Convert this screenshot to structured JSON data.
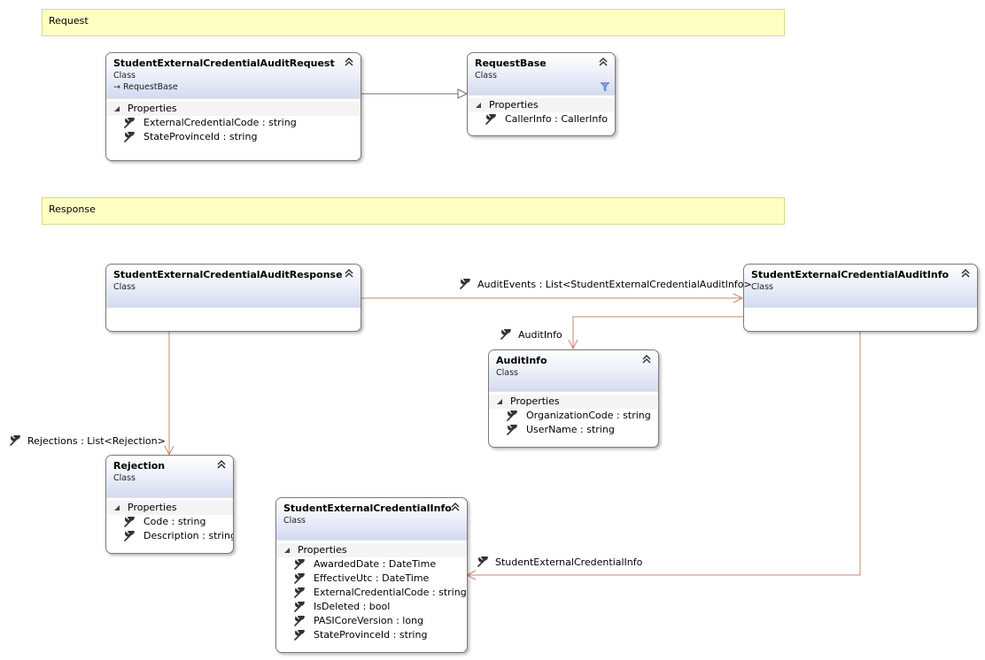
{
  "comments": {
    "request": "Request",
    "response": "Response"
  },
  "classes": {
    "audit_request": {
      "name": "StudentExternalCredentialAuditRequest",
      "kind": "Class",
      "base": "RequestBase",
      "section": "Properties",
      "members": [
        "ExternalCredentialCode : string",
        "StateProvinceId : string"
      ]
    },
    "request_base": {
      "name": "RequestBase",
      "kind": "Class",
      "section": "Properties",
      "members": [
        "CallerInfo : CallerInfo"
      ]
    },
    "audit_response": {
      "name": "StudentExternalCredentialAuditResponse",
      "kind": "Class"
    },
    "audit_info_class": {
      "name": "StudentExternalCredentialAuditInfo",
      "kind": "Class"
    },
    "audit_info": {
      "name": "AuditInfo",
      "kind": "Class",
      "section": "Properties",
      "members": [
        "OrganizationCode : string",
        "UserName : string"
      ]
    },
    "rejection": {
      "name": "Rejection",
      "kind": "Class",
      "section": "Properties",
      "members": [
        "Code : string",
        "Description : string"
      ]
    },
    "credential_info": {
      "name": "StudentExternalCredentialInfo",
      "kind": "Class",
      "section": "Properties",
      "members": [
        "AwardedDate : DateTime",
        "EffectiveUtc : DateTime",
        "ExternalCredentialCode : string",
        "IsDeleted : bool",
        "PASICoreVersion : long",
        "StateProvinceId : string"
      ]
    }
  },
  "associations": {
    "audit_events": "AuditEvents : List<StudentExternalCredentialAuditInfo>",
    "audit_info": "AuditInfo",
    "rejections": "Rejections : List<Rejection>",
    "credential_info": "StudentExternalCredentialInfo"
  },
  "colors": {
    "association_line": "#c8876a",
    "inheritance_line": "#6e6e6e",
    "comment_fill": "#ffffc4",
    "header_gradient_end": "#d4dbf0"
  }
}
